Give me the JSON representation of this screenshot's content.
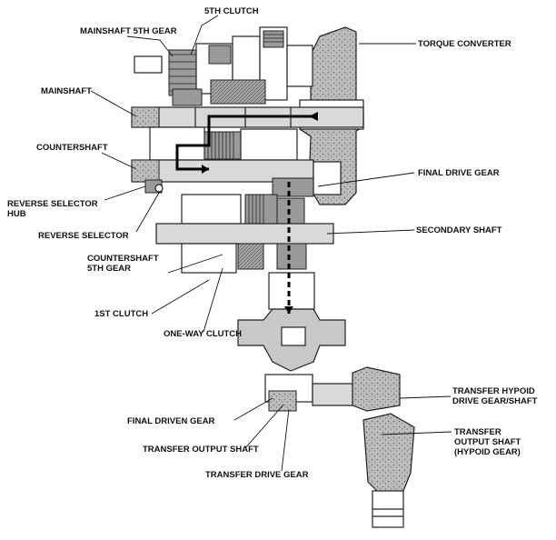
{
  "labels": {
    "fifth_clutch": "5TH CLUTCH",
    "mainshaft_fifth_gear": "MAINSHAFT 5TH GEAR",
    "torque_converter": "TORQUE CONVERTER",
    "mainshaft": "MAINSHAFT",
    "countershaft": "COUNTERSHAFT",
    "final_drive_gear": "FINAL DRIVE GEAR",
    "reverse_selector_hub_1": "REVERSE SELECTOR",
    "reverse_selector_hub_2": "HUB",
    "reverse_selector": "REVERSE SELECTOR",
    "secondary_shaft": "SECONDARY SHAFT",
    "countershaft_fifth_gear_1": "COUNTERSHAFT",
    "countershaft_fifth_gear_2": "5TH GEAR",
    "first_clutch": "1ST CLUTCH",
    "one_way_clutch": "ONE-WAY CLUTCH",
    "transfer_hypoid_1": "TRANSFER HYPOID",
    "transfer_hypoid_2": "DRIVE GEAR/SHAFT",
    "final_driven_gear": "FINAL DRIVEN GEAR",
    "transfer_output_hypoid_1": "TRANSFER",
    "transfer_output_hypoid_2": "OUTPUT SHAFT",
    "transfer_output_hypoid_3": "(HYPOID GEAR)",
    "transfer_output_shaft": "TRANSFER OUTPUT SHAFT",
    "transfer_drive_gear": "TRANSFER DRIVE GEAR"
  }
}
